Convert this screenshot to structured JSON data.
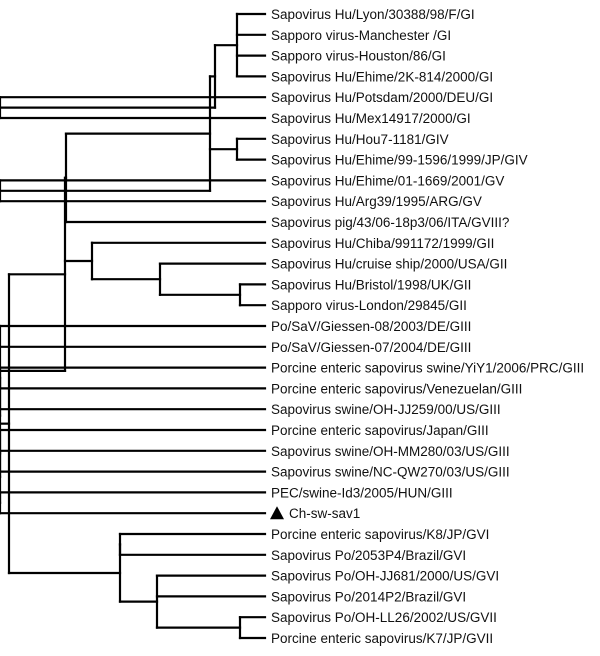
{
  "tree": {
    "leaves": [
      {
        "id": 0,
        "label": "Sapovirus Hu/Lyon/30388/98/F/GI"
      },
      {
        "id": 1,
        "label": "Sapporo virus-Manchester /GI"
      },
      {
        "id": 2,
        "label": "Sapporo virus-Houston/86/GI"
      },
      {
        "id": 3,
        "label": "Sapovirus Hu/Ehime/2K-814/2000/GI"
      },
      {
        "id": 4,
        "label": "Sapovirus Hu/Potsdam/2000/DEU/GI"
      },
      {
        "id": 5,
        "label": "Sapovirus Hu/Mex14917/2000/GI"
      },
      {
        "id": 6,
        "label": "Sapovirus Hu/Hou7-1181/GIV"
      },
      {
        "id": 7,
        "label": "Sapovirus Hu/Ehime/99-1596/1999/JP/GIV"
      },
      {
        "id": 8,
        "label": "Sapovirus Hu/Ehime/01-1669/2001/GV"
      },
      {
        "id": 9,
        "label": "Sapovirus Hu/Arg39/1995/ARG/GV"
      },
      {
        "id": 10,
        "label": "Sapovirus pig/43/06-18p3/06/ITA/GVIII?"
      },
      {
        "id": 11,
        "label": "Sapovirus Hu/Chiba/991172/1999/GII"
      },
      {
        "id": 12,
        "label": "Sapovirus Hu/cruise ship/2000/USA/GII"
      },
      {
        "id": 13,
        "label": "Sapovirus Hu/Bristol/1998/UK/GII"
      },
      {
        "id": 14,
        "label": "Sapporo virus-London/29845/GII"
      },
      {
        "id": 15,
        "label": "Po/SaV/Giessen-08/2003/DE/GIII"
      },
      {
        "id": 16,
        "label": "Po/SaV/Giessen-07/2004/DE/GIII"
      },
      {
        "id": 17,
        "label": "Porcine enteric sapovirus swine/YiY1/2006/PRC/GIII"
      },
      {
        "id": 18,
        "label": "Porcine enteric sapovirus/Venezuelan/GIII"
      },
      {
        "id": 19,
        "label": "Sapovirus swine/OH-JJ259/00/US/GIII"
      },
      {
        "id": 20,
        "label": "Porcine enteric sapovirus/Japan/GIII"
      },
      {
        "id": 21,
        "label": "Sapovirus swine/OH-MM280/03/US/GIII"
      },
      {
        "id": 22,
        "label": "Sapovirus swine/NC-QW270/03/US/GIII"
      },
      {
        "id": 23,
        "label": "PEC/swine-Id3/2005/HUN/GIII"
      },
      {
        "id": 24,
        "label": "Ch-sw-sav1",
        "marker": "triangle"
      },
      {
        "id": 25,
        "label": "Porcine enteric sapovirus/K8/JP/GVI"
      },
      {
        "id": 26,
        "label": "Sapovirus Po/2053P4/Brazil/GVI"
      },
      {
        "id": 27,
        "label": "Sapovirus Po/OH-JJ681/2000/US/GVI"
      },
      {
        "id": 28,
        "label": "Sapovirus Po/2014P2/Brazil/GVI"
      },
      {
        "id": 29,
        "label": "Sapovirus Po/OH-LL26/2002/US/GVII"
      },
      {
        "id": 30,
        "label": "Porcine enteric sapovirus/K7/JP/GVII"
      }
    ],
    "topology": [
      [
        [
          [
            [
              [
                0,
                1,
                2,
                3
              ],
              [
                4,
                5
              ]
            ],
            [
              6,
              7
            ],
            [
              8,
              9
            ]
          ],
          10
        ],
        [
          11,
          [
            12,
            [
              13,
              14
            ]
          ]
        ],
        [
          15,
          16,
          [
            [
              17,
              18
            ],
            19,
            [
              20,
              [
                21,
                22,
                [
                  23,
                  24
                ]
              ]
            ]
          ]
        ]
      ],
      [
        [
          25,
          26
        ],
        [
          27,
          28,
          [
            29,
            30
          ]
        ]
      ]
    ]
  }
}
